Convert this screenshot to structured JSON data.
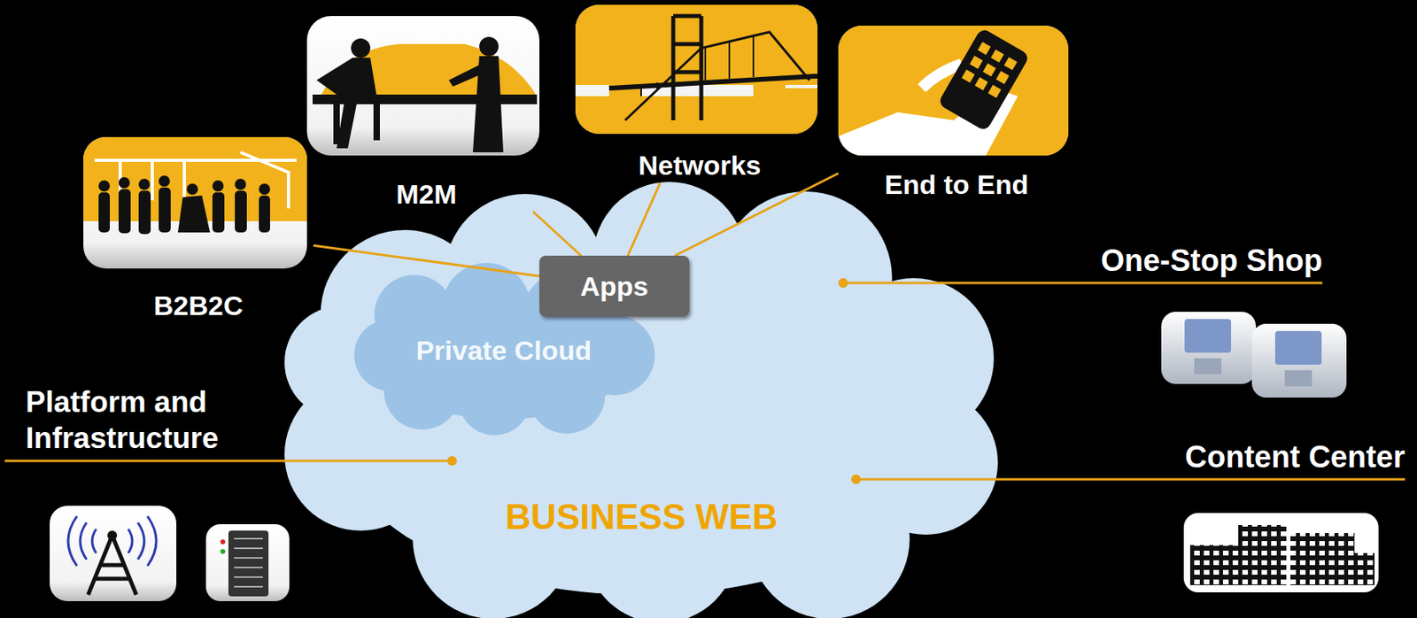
{
  "diagram": {
    "nodes": [
      {
        "text": [
          "B2B2C"
        ]
      },
      {
        "text": [
          "M2M"
        ]
      },
      {
        "text": [
          "Networks"
        ]
      },
      {
        "text": [
          "End to End"
        ]
      },
      {
        "text": [
          "BUSINESS WEB"
        ]
      },
      {
        "text": [
          "Private Cloud"
        ],
        "in": 4
      },
      {
        "text": [
          "Apps"
        ],
        "in": 4
      }
    ],
    "edges": [
      {
        "from": 0,
        "to": 6,
        "arrow": "none"
      },
      {
        "from": 1,
        "to": 6,
        "arrow": "none"
      },
      {
        "from": 2,
        "to": 6,
        "arrow": "none"
      },
      {
        "from": 3,
        "to": 6,
        "arrow": "none"
      }
    ],
    "labels": [
      "One-Stop Shop",
      "Content Center",
      "Platform and Infrastructure"
    ]
  }
}
